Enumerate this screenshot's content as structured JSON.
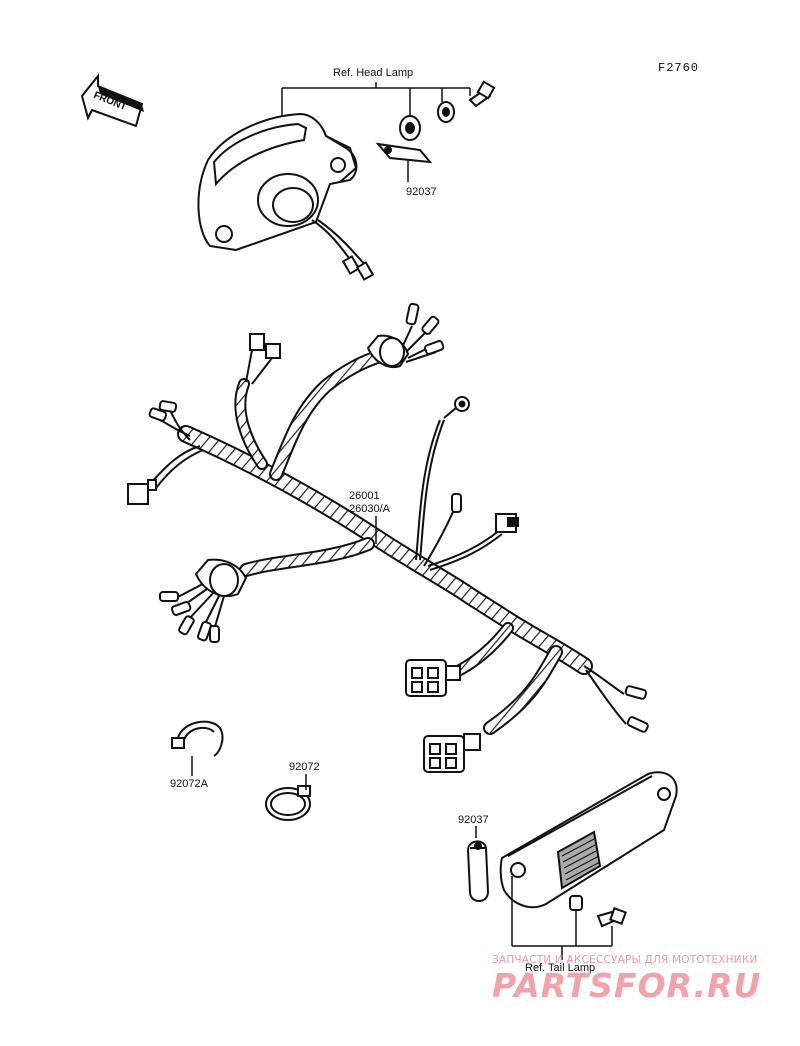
{
  "figure_code": "F2760",
  "front_label": "FRONT",
  "ref_head_lamp": "Ref. Head Lamp",
  "ref_tail_lamp": "Ref. Tail Lamp",
  "parts": {
    "bracket_top": "92037",
    "harness_1": "26001",
    "harness_2": "26030/A",
    "clamp_a": "92072A",
    "clamp": "92072",
    "bracket_bottom": "92037"
  },
  "watermark": {
    "caption": "ЗАПЧАСТИ И АКСЕССУАРЫ ДЛЯ МОТОТЕХНИКИ",
    "logo": "PARTSFOR.RU",
    "color": "#f2a2ab"
  }
}
